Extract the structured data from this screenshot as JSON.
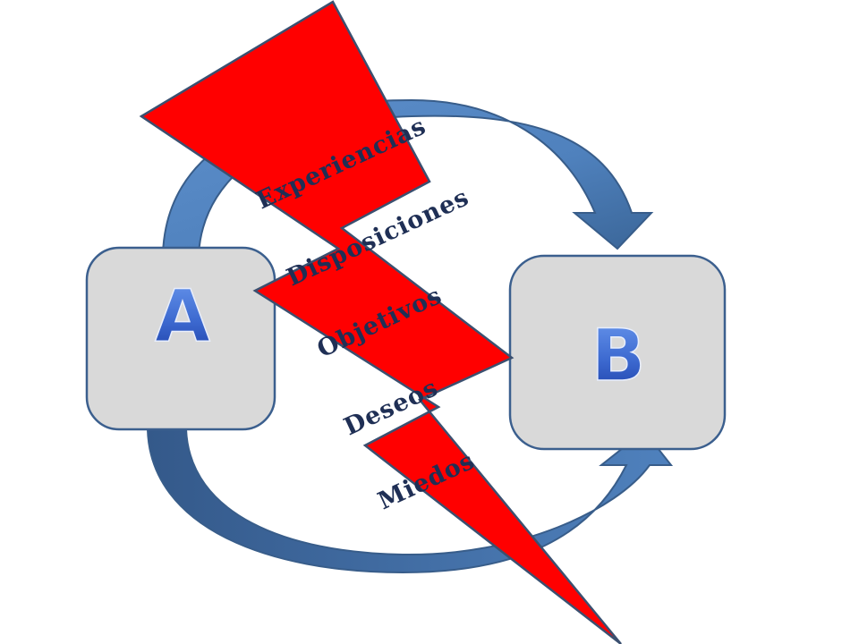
{
  "boxes": {
    "a": {
      "label": "A"
    },
    "b": {
      "label": "B"
    }
  },
  "bolt_words": [
    "Experiencias",
    "Disposiciones",
    "Objetivos",
    "Deseos",
    "Miedos"
  ],
  "colors": {
    "arrow_fill": "#4f81bd",
    "arrow_dark": "#3a6597",
    "arrow_stroke": "#385d8a",
    "box_fill": "#d9d9d9",
    "box_stroke": "#3b5f8e",
    "bolt_fill": "#ff0000",
    "bolt_stroke": "#3b5070",
    "word_color": "#1f2f55",
    "letter_light": "#4f7fe0",
    "letter_dark": "#1c3fa8"
  }
}
